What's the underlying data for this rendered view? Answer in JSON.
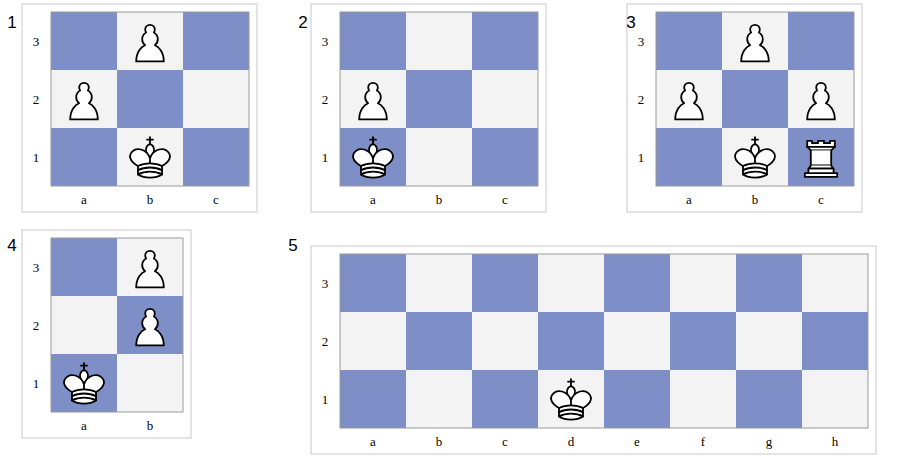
{
  "diagram": {
    "labels": [
      "1",
      "3",
      "2",
      "1",
      "a",
      "b",
      "c",
      "2",
      "3",
      "2",
      "1",
      "a",
      "b",
      "c",
      "3",
      "3",
      "2",
      "1",
      "a",
      "b",
      "c",
      "4",
      "3",
      "2",
      "1",
      "a",
      "b",
      "5",
      "3",
      "2",
      "1",
      "a",
      "b",
      "c",
      "d",
      "e",
      "f",
      "g",
      "h"
    ]
  }
}
